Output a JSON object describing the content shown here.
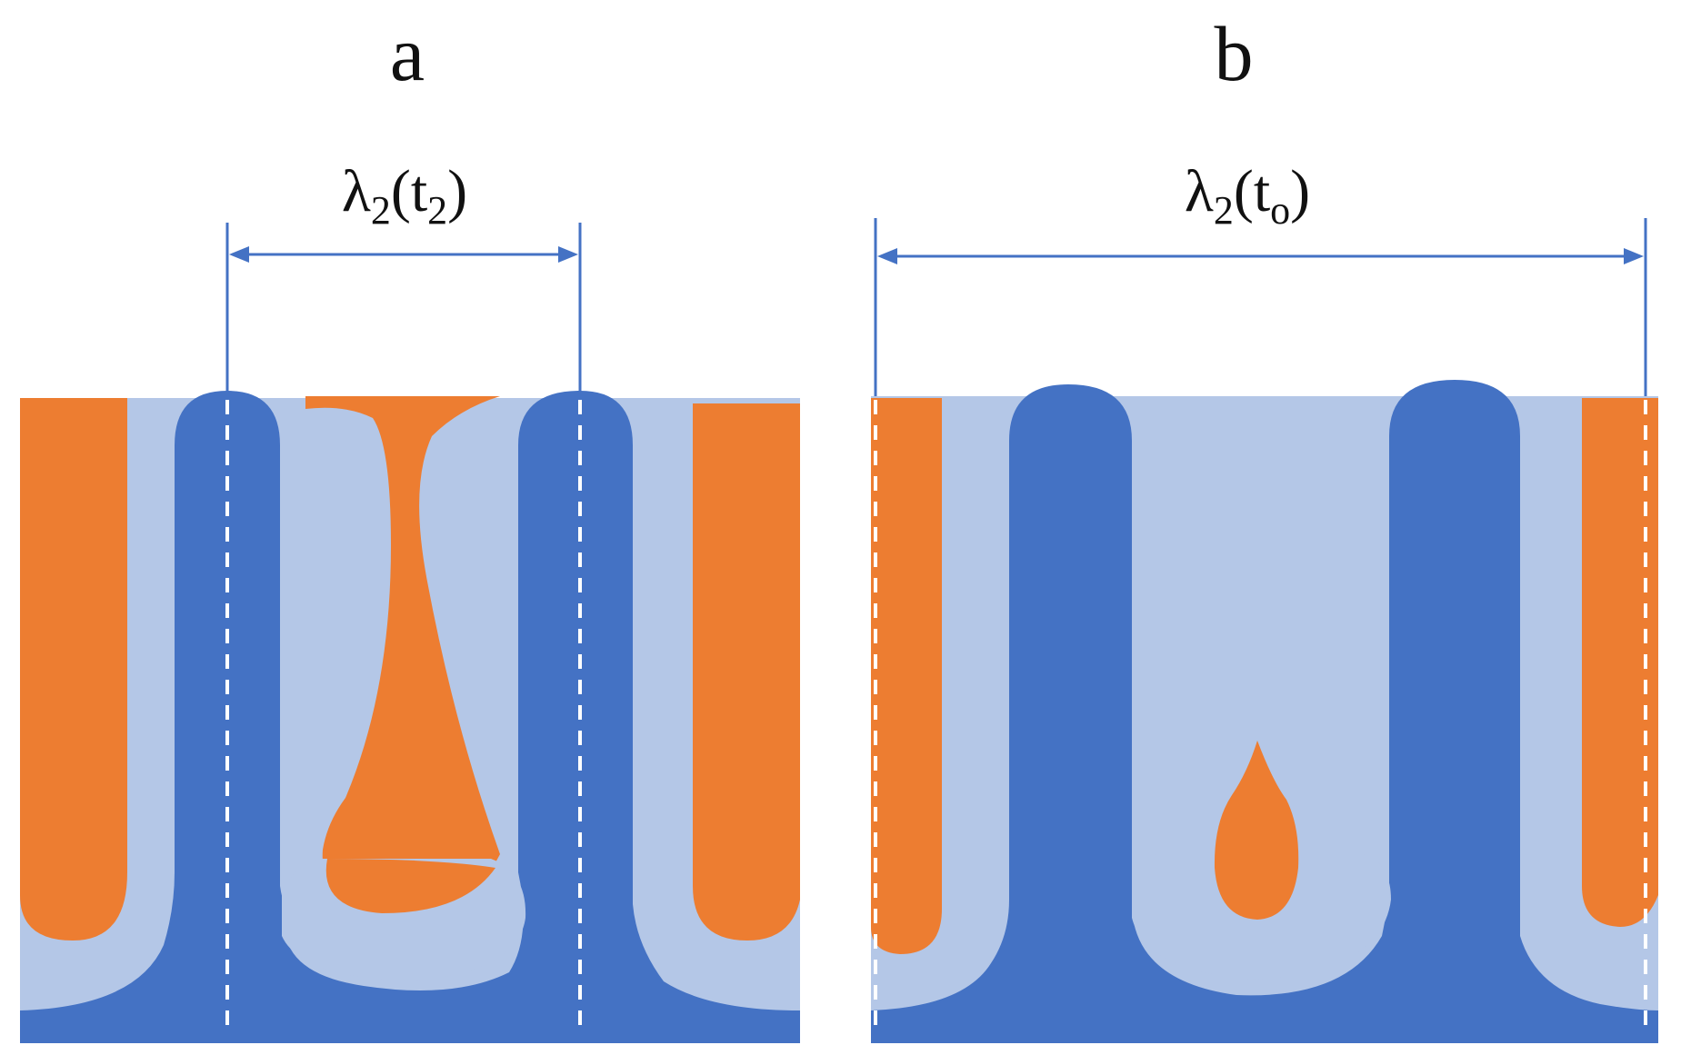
{
  "panels": [
    {
      "id": "a",
      "label": "a",
      "spacing_symbol": "λ",
      "spacing_subscript": "2",
      "time_base": "t",
      "time_subscript": "2"
    },
    {
      "id": "b",
      "label": "b",
      "spacing_symbol": "λ",
      "spacing_subscript": "2",
      "time_base": "t",
      "time_subscript": "o"
    }
  ],
  "colors": {
    "primary_dendrite": "#4472c4",
    "liquid": "#b4c7e7",
    "secondary_phase": "#ed7d31",
    "dimension_line": "#4472c4",
    "axis_dash": "#ffffff"
  }
}
